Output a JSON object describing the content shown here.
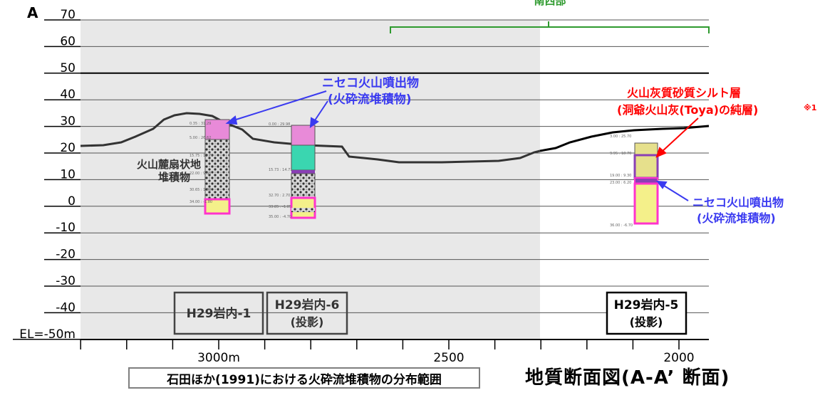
{
  "section_label": "A",
  "el_ticks": [
    {
      "value": 70,
      "label": "70"
    },
    {
      "value": 60,
      "label": "60"
    },
    {
      "value": 50,
      "label": "50"
    },
    {
      "value": 40,
      "label": "40"
    },
    {
      "value": 30,
      "label": "30"
    },
    {
      "value": 20,
      "label": "20"
    },
    {
      "value": 10,
      "label": "10"
    },
    {
      "value": 0,
      "label": "0"
    },
    {
      "value": -10,
      "label": "-10"
    },
    {
      "value": -20,
      "label": "-20"
    },
    {
      "value": -30,
      "label": "-30"
    },
    {
      "value": -40,
      "label": "-40"
    },
    {
      "value": -50,
      "label": "EL=-50m"
    }
  ],
  "distance_labels": [
    {
      "value": 3000,
      "label": "3000m"
    },
    {
      "value": 2500,
      "label": "2500"
    },
    {
      "value": 2000,
      "label": "2000"
    }
  ],
  "southwest_label": "南西部",
  "annotations": {
    "niseko_upper_line1": "ニセコ火山噴出物",
    "niseko_upper_line2": "(火砕流堆積物)",
    "tuff_fan_line1": "火山麓扇状地",
    "tuff_fan_line2": "堆積物",
    "toya_line1": "火山灰質砂質シルト層",
    "toya_line2": "(洞爺火山灰(Toya)の純層)",
    "toya_note": "※1",
    "niseko_lower_line1": "ニセコ火山噴出物",
    "niseko_lower_line2": "(火砕流堆積物)"
  },
  "boreholes": [
    {
      "id": "bh1",
      "label_line1": "H29岩内-1",
      "label_line2": ""
    },
    {
      "id": "bh6",
      "label_line1": "H29岩内-6",
      "label_line2": "(投影)"
    },
    {
      "id": "bh5",
      "label_line1": "H29岩内-5",
      "label_line2": "(投影)"
    }
  ],
  "legend_box": "石田ほか(1991)における火砕流堆積物の分布範囲",
  "figure_title": "地質断面図(A-A’ 断面)",
  "colors": {
    "pyroclastic_pink": "#e88ad8",
    "green_layer": "#3ad6b0",
    "yellow_layer": "#f4f08a",
    "olive_layer": "#e6e08c",
    "magenta_outline": "#ff33cc",
    "purple_band": "#8a3fb5",
    "shade": "#e8e8e8",
    "blue_text": "#3a3af0",
    "red_text": "#ff0000",
    "green_bracket": "#2e9a2e"
  }
}
